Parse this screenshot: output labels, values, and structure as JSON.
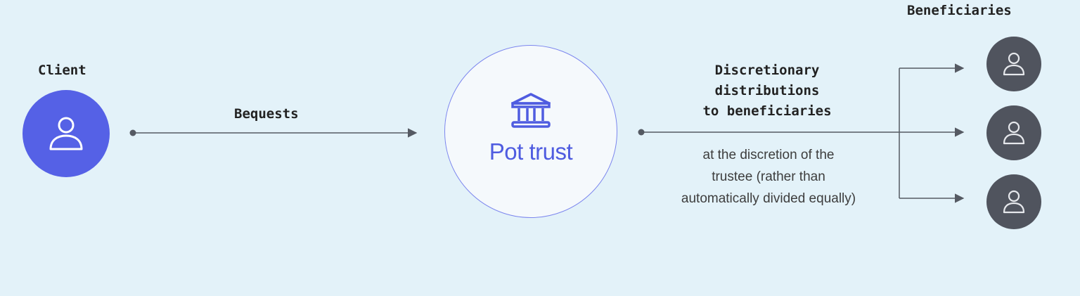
{
  "client": {
    "label": "Client",
    "icon": "person-icon",
    "color": "#5561e6"
  },
  "bequests": {
    "label": "Bequests"
  },
  "pot_trust": {
    "icon": "bank-icon",
    "label": "Pot trust",
    "color": "#4f5ce0"
  },
  "distributions": {
    "lines": [
      "Discretionary",
      "distributions",
      "to beneficiaries"
    ],
    "note_lines": [
      "at the discretion of the",
      "trustee (rather than",
      "automatically divided equally)"
    ]
  },
  "beneficiaries": {
    "label": "Beneficiaries",
    "items": [
      {
        "icon": "person-icon"
      },
      {
        "icon": "person-icon"
      },
      {
        "icon": "person-icon"
      }
    ],
    "color": "#50545e"
  },
  "colors": {
    "background": "#e3f2f9",
    "connector": "#555a63"
  }
}
